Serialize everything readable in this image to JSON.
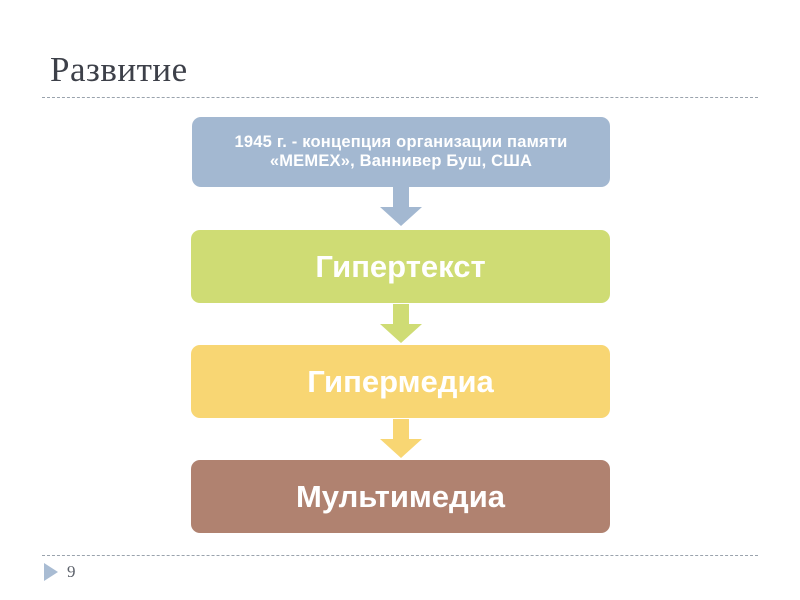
{
  "slide": {
    "title": "Развитие",
    "page_number": "9",
    "bullet_icon": "triangle-right-icon",
    "background_color": "#ffffff",
    "title_color": "#3d4049",
    "rule_color": "#9aa3ad"
  },
  "flow": {
    "nodes": [
      {
        "id": "memex",
        "label": "1945 г. - концепция организации памяти «MEMEX», Ваннивер Буш, США",
        "fill": "#a3b8d1",
        "text_color": "#ffffff"
      },
      {
        "id": "hypertext",
        "label": "Гипертекст",
        "fill": "#cfdc74",
        "text_color": "#ffffff"
      },
      {
        "id": "hypermedia",
        "label": "Гипермедиа",
        "fill": "#f8d673",
        "text_color": "#ffffff"
      },
      {
        "id": "multimedia",
        "label": "Мультимедиа",
        "fill": "#b08270",
        "text_color": "#ffffff"
      }
    ],
    "arrows": [
      {
        "id": "arrow-memex-to-hypertext",
        "icon": "arrow-down-icon",
        "fill": "#a3b8d1"
      },
      {
        "id": "arrow-hypertext-to-hypermedia",
        "icon": "arrow-down-icon",
        "fill": "#cfdc74"
      },
      {
        "id": "arrow-hypermedia-to-multimedia",
        "icon": "arrow-down-icon",
        "fill": "#f8d673"
      }
    ]
  }
}
